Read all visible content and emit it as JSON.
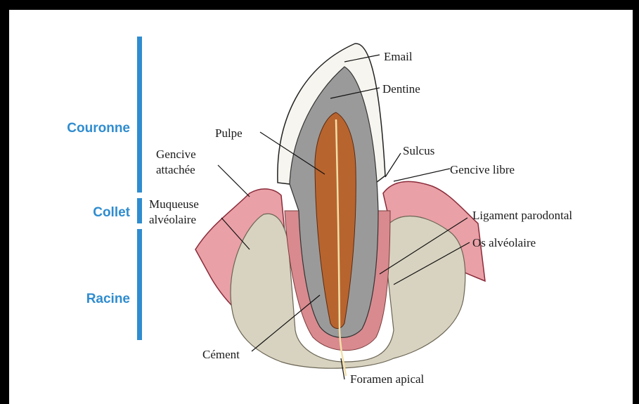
{
  "regions": {
    "crown": "Couronne",
    "neck": "Collet",
    "root": "Racine"
  },
  "labels": {
    "email": "Email",
    "dentine": "Dentine",
    "pulpe": "Pulpe",
    "sulcus": "Sulcus",
    "gencive_attachee_1": "Gencive",
    "gencive_attachee_2": "attachée",
    "gencive_libre": "Gencive libre",
    "muqueuse_1": "Muqueuse",
    "muqueuse_2": "alvéolaire",
    "ligament": "Ligament parodontal",
    "os": "Os alvéolaire",
    "cement": "Cément",
    "foramen": "Foramen apical"
  },
  "colors": {
    "region_bar": "#2f8ccf",
    "enamel": "#f7f5ef",
    "dentine": "#9a9a9a",
    "pulp": "#b8642f",
    "gum": "#e9a0a6",
    "bone": "#d8d3c0"
  }
}
